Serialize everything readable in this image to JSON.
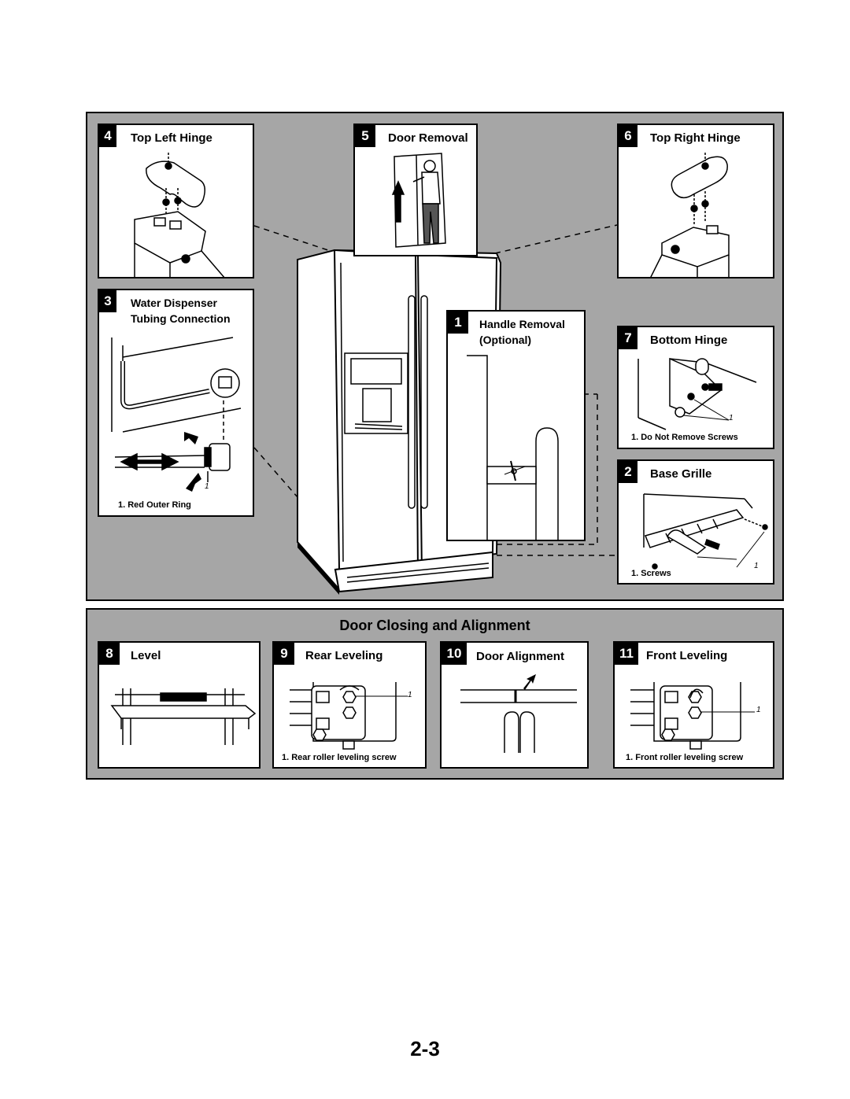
{
  "panels": {
    "top_left_hinge": {
      "number": "4",
      "title": "Top Left Hinge"
    },
    "door_removal": {
      "number": "5",
      "title": "Door Removal"
    },
    "top_right_hinge": {
      "number": "6",
      "title": "Top Right Hinge"
    },
    "water_dispenser": {
      "number": "3",
      "title_line1": "Water Dispenser",
      "title_line2": "Tubing Connection",
      "callout": "1",
      "caption": "1. Red Outer Ring"
    },
    "handle_removal": {
      "number": "1",
      "title_line1": "Handle Removal",
      "title_line2": "(Optional)"
    },
    "bottom_hinge": {
      "number": "7",
      "title": "Bottom Hinge",
      "callout": "1",
      "caption": "1. Do Not Remove Screws"
    },
    "base_grille": {
      "number": "2",
      "title": "Base Grille",
      "callout": "1",
      "caption": "1. Screws"
    }
  },
  "door_closing": {
    "title": "Door Closing and Alignment",
    "level": {
      "number": "8",
      "title": "Level"
    },
    "rear_leveling": {
      "number": "9",
      "title": "Rear Leveling",
      "callout": "1",
      "caption": "1. Rear roller leveling screw"
    },
    "door_alignment": {
      "number": "10",
      "title": "Door Alignment"
    },
    "front_leveling": {
      "number": "11",
      "title": "Front Leveling",
      "callout": "1",
      "caption": "1. Front roller leveling screw"
    }
  },
  "page_number": "2-3"
}
